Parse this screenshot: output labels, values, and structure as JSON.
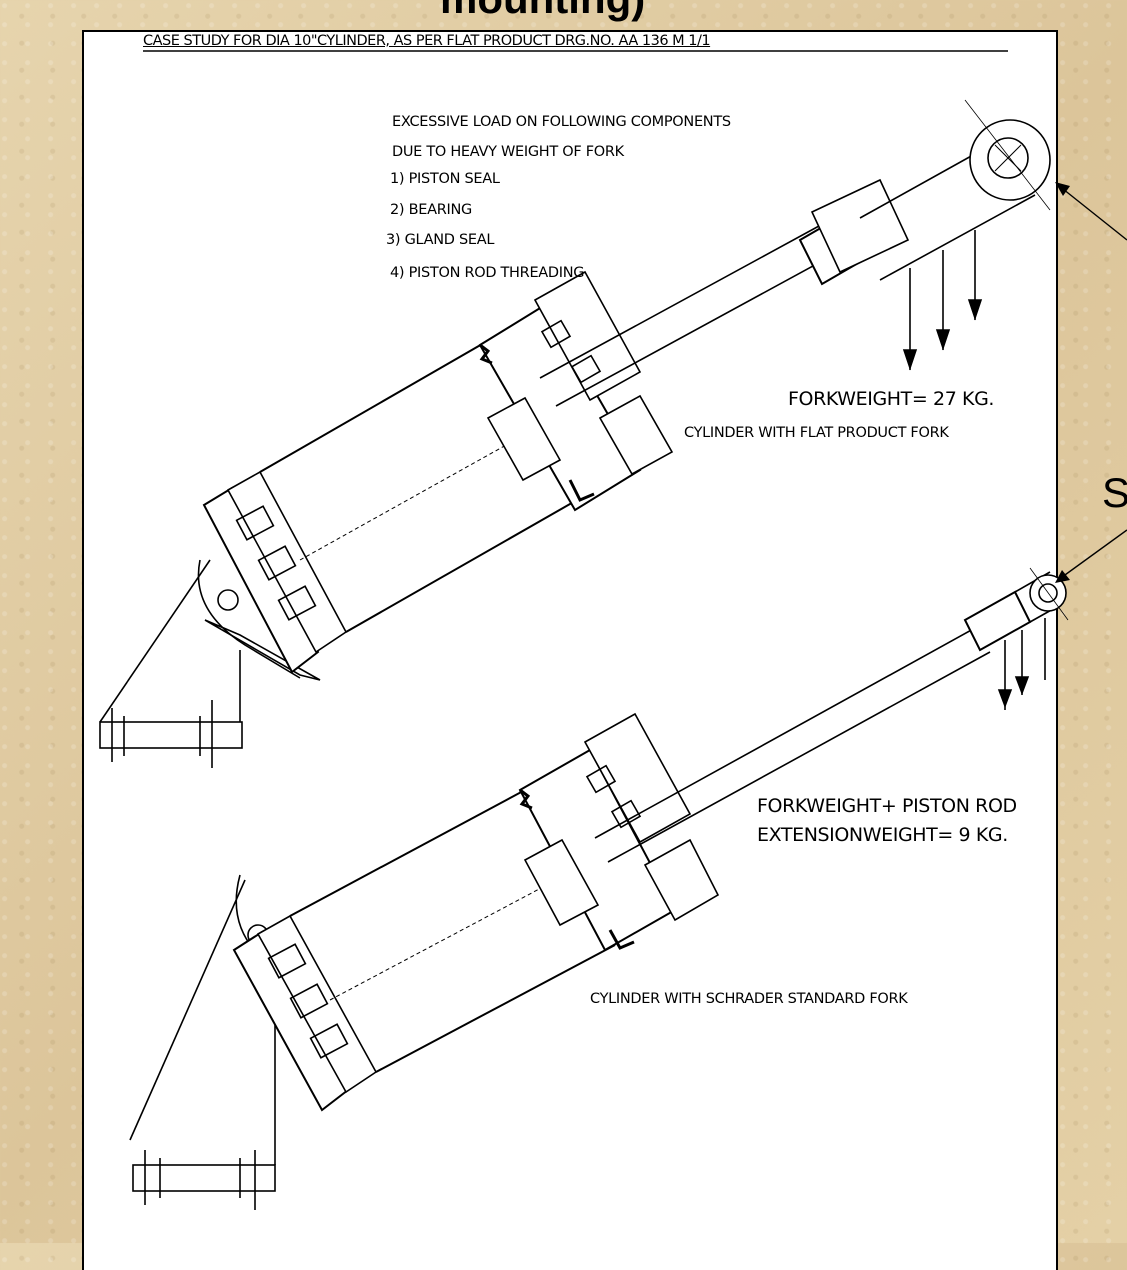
{
  "slide": {
    "heading": "mounting)",
    "right_edge_letter": "S"
  },
  "drawing": {
    "title": "CASE STUDY FOR DIA 10\"CYLINDER, AS PER FLAT PRODUCT DRG.NO. AA 136 M 1/1",
    "notes": [
      "EXCESSIVE LOAD ON FOLLOWING COMPONENTS",
      "DUE TO HEAVY WEIGHT OF FORK",
      "1) PISTON SEAL",
      "2) BEARING",
      "3) GLAND SEAL",
      "4) PISTON ROD THREADING"
    ],
    "upper": {
      "weight_label": "FORKWEIGHT= 27 KG.",
      "caption": "CYLINDER WITH FLAT PRODUCT FORK"
    },
    "lower": {
      "weight_label_line1": "FORKWEIGHT+ PISTON ROD",
      "weight_label_line2": "EXTENSIONWEIGHT= 9 KG.",
      "caption": "CYLINDER WITH SCHRADER STANDARD FORK"
    }
  }
}
